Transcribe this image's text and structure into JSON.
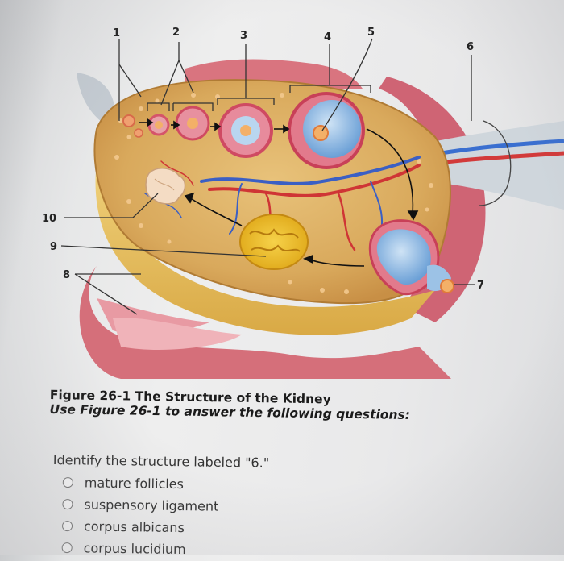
{
  "figure": {
    "labels": [
      "1",
      "2",
      "3",
      "4",
      "5",
      "6",
      "7",
      "8",
      "9",
      "10"
    ]
  },
  "caption": {
    "title": "Figure 26-1 The Structure of the Kidney",
    "instruction": "Use Figure 26-1 to answer the following questions:"
  },
  "question": {
    "prompt": "Identify the structure labeled \"6.\"",
    "options": [
      {
        "label": "mature follicles"
      },
      {
        "label": "suspensory ligament"
      },
      {
        "label": "corpus albicans"
      },
      {
        "label": "corpus lucidium"
      }
    ]
  }
}
